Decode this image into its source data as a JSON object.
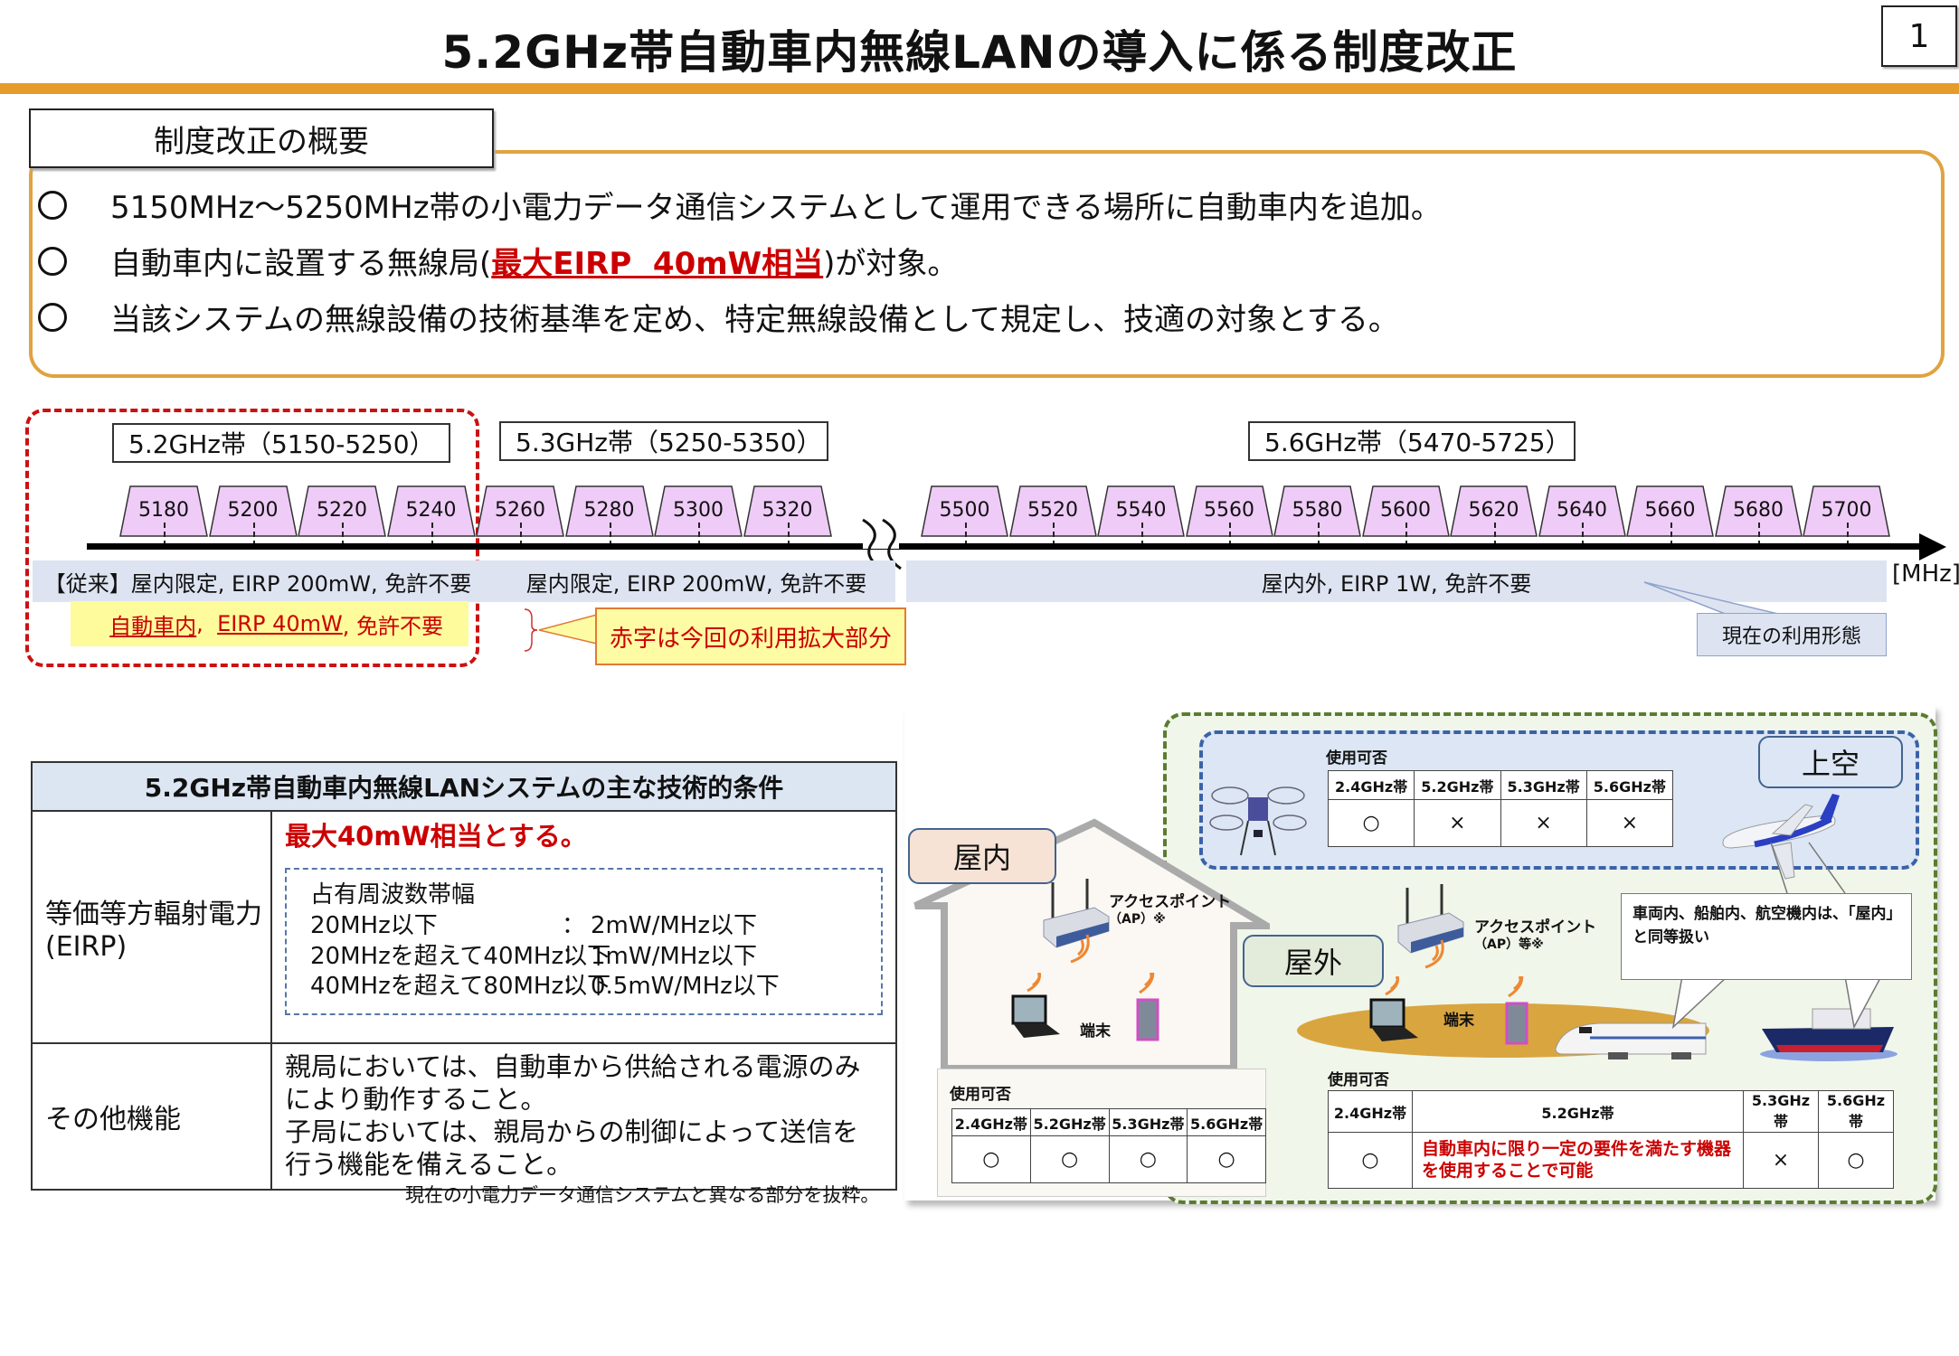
{
  "header": {
    "title": "5.2GHz帯自動車内無線LANの導入に係る制度改正",
    "page_number": "1",
    "accent_color": "#e69c2c"
  },
  "overview": {
    "label": "制度改正の概要",
    "bullets": [
      {
        "text": "5150MHz～5250MHz帯の小電力データ通信システムとして運用できる場所に自動車内を追加。"
      },
      {
        "pre": "自動車内に設置する無線局(",
        "highlight": "最大EIRP  40mW相当",
        "post": ")が対象。"
      },
      {
        "text": "当該システムの無線設備の技術基準を定め、特定無線設備として規定し、技適の対象とする。"
      }
    ]
  },
  "spectrum": {
    "bands": [
      {
        "label": "5.2GHz帯（5150-5250）"
      },
      {
        "label": "5.3GHz帯（5250-5350）"
      },
      {
        "label": "5.6GHz帯（5470-5725）"
      }
    ],
    "channels_low": [
      "5180",
      "5200",
      "5220",
      "5240",
      "5260",
      "5280",
      "5300",
      "5320"
    ],
    "channels_high": [
      "5500",
      "5520",
      "5540",
      "5560",
      "5580",
      "5600",
      "5620",
      "5640",
      "5660",
      "5680",
      "5700"
    ],
    "axis_unit": "[MHz]",
    "usage": {
      "band52_conventional": "【従来】屋内限定, EIRP 200mW, 免許不要",
      "band53": "屋内限定, EIRP 200mW, 免許不要",
      "band56": "屋内外, EIRP 1W, 免許不要",
      "band52_new_a": "自動車内",
      "band52_new_sep1": ",  ",
      "band52_new_b": "EIRP 40mW",
      "band52_new_c": ", 免許不要"
    },
    "legend_callout": "赤字は今回の利用拡大部分",
    "current_callout": "現在の利用形態",
    "channel_color": "#efcbf7",
    "highlight_color": "#cc1111"
  },
  "tech_conditions": {
    "title": "5.2GHz帯自動車内無線LANシステムの主な技術的条件",
    "rows": {
      "eirp": {
        "label": "等価等方輻射電力(EIRP)",
        "headline": "最大40mW相当とする。",
        "bw_title": "占有周波数帯幅",
        "limits": [
          {
            "range": "20MHz以下",
            "sep": "：",
            "value": "2mW/MHz以下"
          },
          {
            "range": "20MHzを超えて40MHz以下",
            "sep": "：",
            "value": "1mW/MHz以下"
          },
          {
            "range": "40MHzを超えて80MHz以下",
            "sep": "：",
            "value": "0.5mW/MHz以下"
          }
        ]
      },
      "other": {
        "label": "その他機能",
        "text1": "親局においては、自動車から供給される電源のみにより動作すること。",
        "text2": "子局においては、親局からの制御によって送信を行う機能を備えること。"
      }
    },
    "footnote": "現在の小電力データ通信システムと異なる部分を抜粋。"
  },
  "illustration": {
    "tags": {
      "indoor": "屋内",
      "outdoor": "屋外",
      "sky": "上空"
    },
    "ap_indoor": [
      "アクセスポイント",
      "（AP）※"
    ],
    "ap_outdoor": [
      "アクセスポイント",
      "（AP）等※"
    ],
    "terminal": "端末",
    "vehicle_note": "車両内、船舶内、航空機内は、「屋内」と同等扱い",
    "usage_caption": "使用可否",
    "bands_header": [
      "2.4GHz帯",
      "5.2GHz帯",
      "5.3GHz帯",
      "5.6GHz帯"
    ],
    "sky_values": [
      "○",
      "×",
      "×",
      "×"
    ],
    "indoor_values": [
      "○",
      "○",
      "○",
      "○"
    ],
    "outdoor_values": {
      "b24": "○",
      "b52": "自動車内に限り一定の要件を満たす機器を使用することで可能",
      "b53": "×",
      "b56": "○"
    }
  }
}
